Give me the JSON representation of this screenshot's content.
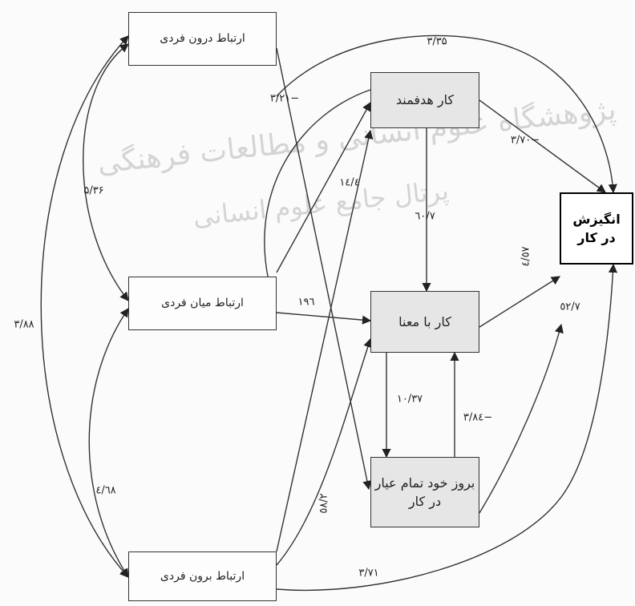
{
  "watermark": {
    "line1": "پژوهشگاه علوم انسانی و مطالعات فرهنگی",
    "line2": "پرتال جامع علوم انسانی"
  },
  "nodes": {
    "intra": "ارتباط درون فردی",
    "inter": "ارتباط میان فردی",
    "extra": "ارتباط برون فردی",
    "purposeful": "کار هدفمند",
    "meaningful": "کار با معنا",
    "selfexpr": "بروز خود تمام عیار در کار",
    "motivation": "انگیزش در کار"
  },
  "coefficients": {
    "intra_motivation": "۳/۳۵",
    "intra_selfexpr": "−۳/۲۱",
    "purposeful_motivation": "−۳/۷۰",
    "intra_inter": "۵/۳۶",
    "inter_purposeful": "٤/۱٤",
    "purposeful_meaningful": "۷/٦۰",
    "meaningful_motivation": "٥۷/٤",
    "inter_meaningful": "۱۹٦",
    "selfexpr_motivation": "۷/٥۲",
    "intra_extra": "۳/۸۸",
    "meaningful_selfexpr": "۱۰/۳۷",
    "selfexpr_meaningful": "−۳/۸٤",
    "inter_extra": "٤/٦۸",
    "extra_meaningful": "۲/٥۸",
    "extra_motivation": "۳/۷۱"
  }
}
